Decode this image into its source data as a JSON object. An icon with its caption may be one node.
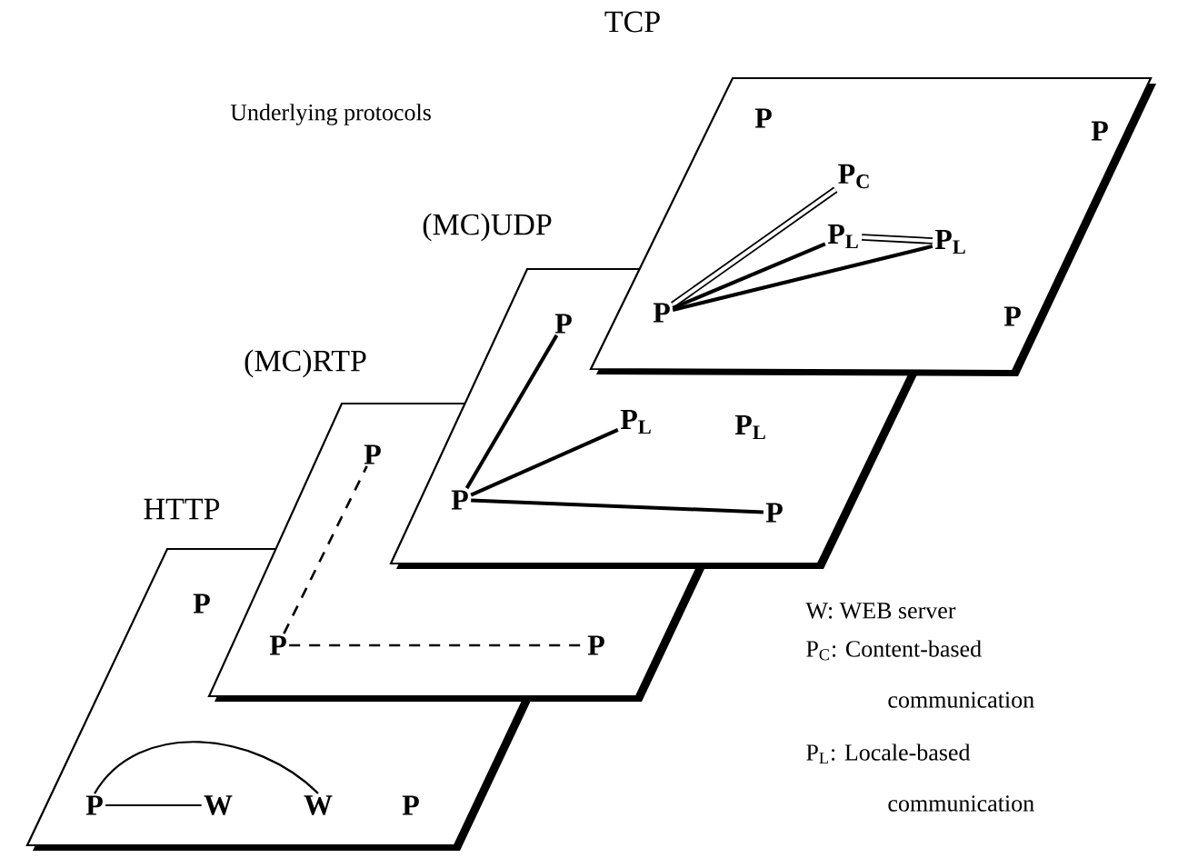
{
  "diagram": {
    "nodes": [
      {
        "text": [
          "TCP"
        ]
      },
      {
        "text": [
          "P"
        ],
        "in": 0
      },
      {
        "text": [
          "P"
        ],
        "in": 0
      },
      {
        "text": [
          "P$_{C}$"
        ],
        "in": 0
      },
      {
        "text": [
          "P$_{L}$"
        ],
        "in": 0
      },
      {
        "text": [
          "P$_{L}$"
        ],
        "in": 0
      },
      {
        "text": [
          "P"
        ]
      },
      {
        "text": [
          "P"
        ],
        "in": 0
      },
      {
        "text": [
          "(MC)UDP"
        ]
      },
      {
        "text": [
          "P"
        ],
        "in": 8
      },
      {
        "text": [
          "P$_{L}$"
        ]
      },
      {
        "text": [
          "P$_{L}$"
        ]
      },
      {
        "text": [
          "P"
        ]
      },
      {
        "text": [
          "P"
        ],
        "in": 8
      },
      {
        "text": [
          "(MC)RTP"
        ]
      },
      {
        "text": [
          "P"
        ],
        "in": 14
      },
      {
        "text": [
          "P"
        ]
      },
      {
        "text": [
          "P"
        ],
        "in": 14
      },
      {
        "text": [
          "HTTP"
        ]
      },
      {
        "text": [
          "P"
        ],
        "in": 18
      },
      {
        "text": [
          "P"
        ],
        "in": 18
      },
      {
        "text": [
          "W"
        ],
        "in": 18
      },
      {
        "text": [
          "W"
        ],
        "in": 18
      },
      {
        "text": [
          "P"
        ],
        "in": 18
      }
    ],
    "edges": [
      {
        "from": 6,
        "to": 3,
        "arrow": "none",
        "style": "thick"
      },
      {
        "from": 6,
        "to": 4,
        "arrow": "none"
      },
      {
        "from": 6,
        "to": 5,
        "arrow": "none"
      },
      {
        "from": 4,
        "to": 5,
        "arrow": "none",
        "style": "thick"
      },
      {
        "from": 12,
        "to": 9,
        "arrow": "none"
      },
      {
        "from": 12,
        "to": 10,
        "arrow": "none"
      },
      {
        "from": 12,
        "to": 13,
        "arrow": "none"
      },
      {
        "from": 16,
        "to": 15,
        "arrow": "none",
        "style": "dashed"
      },
      {
        "from": 16,
        "to": 17,
        "arrow": "none",
        "style": "dashed"
      },
      {
        "from": 20,
        "to": 21,
        "arrow": "none"
      },
      {
        "from": 20,
        "to": 22,
        "arrow": "none"
      }
    ],
    "labels": [
      "Underlying protocols",
      "W: WEB server",
      "P$_{C}$: Content-based communication",
      "P$_{L}$: Locale-based communication"
    ]
  }
}
